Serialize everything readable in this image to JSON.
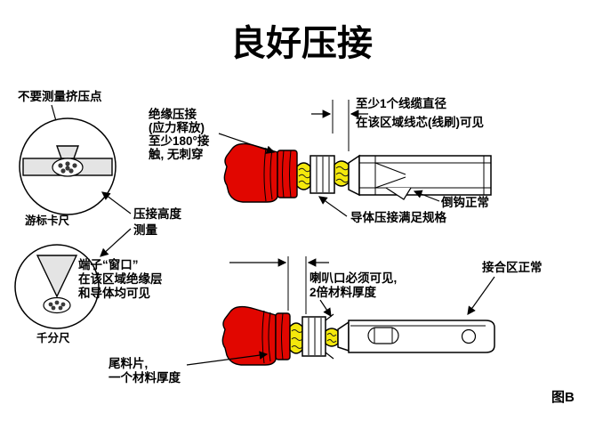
{
  "title": "良好压接",
  "figure_label": "图B",
  "colors": {
    "insulation_red": "#e10600",
    "strand_yellow": "#f4e80c",
    "metal_gray": "#e4e4e4",
    "ink": "#000000",
    "background": "#ffffff"
  },
  "gauges": {
    "no_measure_label": "不要测量挤压点",
    "vernier_caliper_label": "游标卡尺",
    "micrometer_label": "千分尺",
    "crimp_height_line1": "压接高度",
    "crimp_height_line2": "测量"
  },
  "upper": {
    "insulation_line1": "绝缘压接",
    "insulation_line2": "(应力释放)",
    "insulation_line3": "至少180°接",
    "insulation_line4": "触, 无刺穿",
    "diameter_line1": "至少1个线缆直径",
    "diameter_line2": "在该区域线芯(线刷)可见",
    "conductor_label": "导体压接满足规格",
    "barb_label": "倒钩正常"
  },
  "lower": {
    "window_line1": "端子“窗口”",
    "window_line2": "在该区域绝缘层",
    "window_line3": "和导体均可见",
    "bellmouth_line1": "喇叭口必须可见,",
    "bellmouth_line2": "2倍材料厚度",
    "joint_label": "接合区正常",
    "tail_line1": "尾料片,",
    "tail_line2": "一个材料厚度"
  }
}
